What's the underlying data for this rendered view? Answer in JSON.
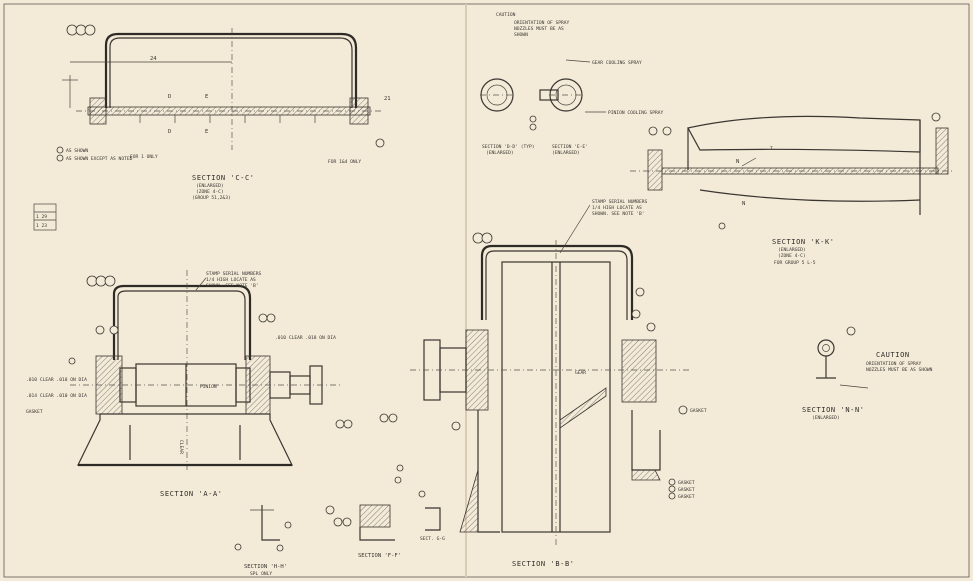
{
  "labels": {
    "caution_top_1": "CAUTION",
    "caution_top_2": "ORIENTATION OF SPRAY",
    "caution_top_3": "NOZZLES MUST BE AS",
    "caution_top_4": "SHOWN",
    "gear_cooling_spray": "GEAR COOLING SPRAY",
    "pinion_cooling_spray": "PINION COOLING SPRAY",
    "section_dd": "SECTION 'D-D' (TYP)",
    "section_dd_sub": "(ENLARGED)",
    "section_ee": "SECTION 'E-E'",
    "section_ee_sub": "(ENLARGED)",
    "section_cc": "SECTION 'C-C'",
    "section_cc_sub1": "(ENLARGED)",
    "section_cc_sub2": "(ZONE 4-C)",
    "section_cc_sub3": "(GROUP 51,2&3)",
    "for_only": "FOR 1 ONLY",
    "for_4_only": "FOR 1&4 ONLY",
    "as_shown": "AS SHOWN",
    "as_shown_except": "AS SHOWN EXCEPT AS NOTED",
    "stamp_note_left_1": "STAMP SERIAL NUMBERS",
    "stamp_note_left_2": "1/4 HIGH LOCATE AS",
    "stamp_note_left_3": "SHOWN. SEE NOTE 'B'",
    "stamp_note_right_1": "STAMP SERIAL NUMBERS",
    "stamp_note_right_2": "1/4 HIGH LOCATE AS",
    "stamp_note_right_3": "SHOWN. SEE NOTE 'B'",
    "pinion": "PINION",
    "gear": "GEAR",
    "clear": "CLEAR",
    "gasket": "GASKET",
    "section_aa": "SECTION 'A-A'",
    "section_bb": "SECTION 'B-B'",
    "section_ff": "SECTION 'F-F'",
    "section_gg": "SECT. G-G",
    "section_hh": "SECTION 'H-H'",
    "section_hh_sub": "SPL ONLY",
    "section_kk": "SECTION 'K-K'",
    "section_kk_sub1": "(ENLARGED)",
    "section_kk_sub2": "(ZONE 4-C)",
    "section_kk_sub3": "FOR GROUP 5 L-5",
    "section_nn": "SECTION 'N-N'",
    "section_nn_sub": "(ENLARGED)",
    "caution_right_title": "CAUTION",
    "caution_right_1": "ORIENTATION OF SPRAY",
    "caution_right_2": "NOZZLES MUST BE AS SHOWN",
    "clear_dia_1": ".010 CLEAR .018 ON DIA",
    "clear_dia_2": ".014 CLEAR .010 ON DIA",
    "clear_dia_3": ".010 CLEAR .018 ON DIA",
    "dim_24": "24",
    "dim_d": "D",
    "dim_e": "E",
    "dim_n": "N",
    "dim_21": "21",
    "dim_t": "T",
    "table_1": "1 29",
    "table_2": "1 23"
  }
}
